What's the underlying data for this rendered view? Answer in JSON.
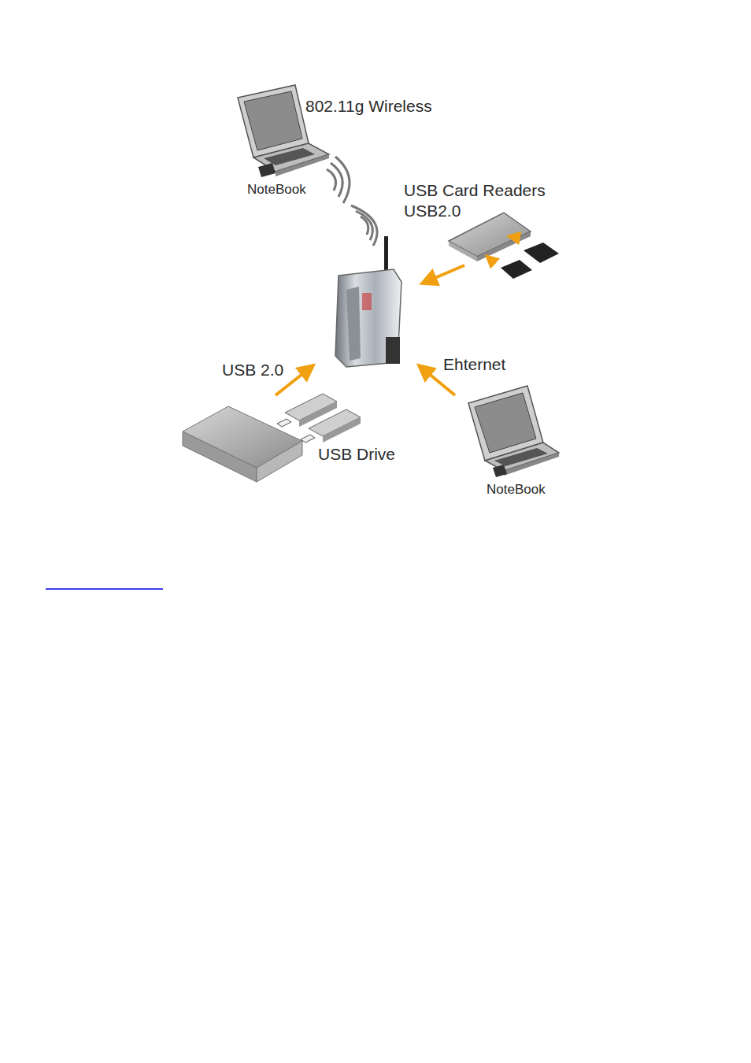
{
  "diagram": {
    "labels": [
      "802.11g Wireless",
      "NoteBook",
      "USB Card Readers",
      "USB2.0",
      "USB 2.0",
      "Ehternet",
      "USB Drive",
      "NoteBook"
    ]
  }
}
